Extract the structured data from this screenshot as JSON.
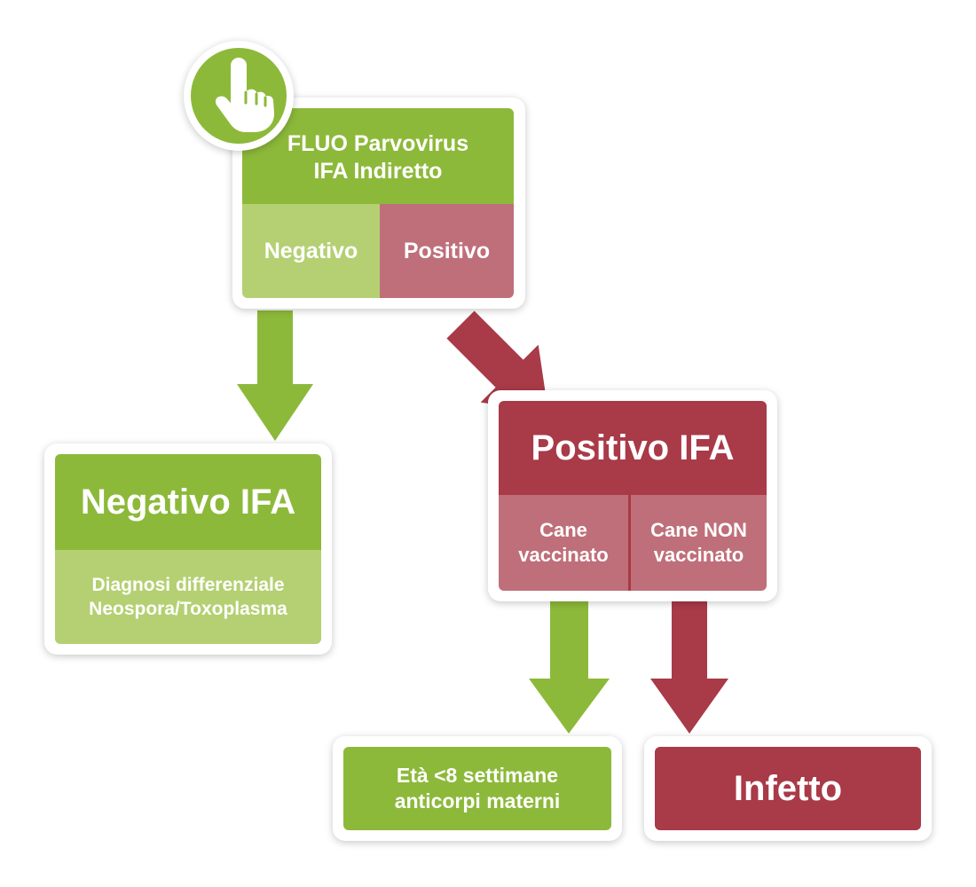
{
  "colors": {
    "green_dark": "#8db93a",
    "green_light": "#b4d072",
    "red_dark": "#a93a48",
    "red_light": "#bf6f7a"
  },
  "icon": "hand-pointer-icon",
  "top_box": {
    "title_line1": "FLUO Parvovirus",
    "title_line2": "IFA Indiretto",
    "left_label": "Negativo",
    "right_label": "Positivo"
  },
  "negative_box": {
    "title": "Negativo IFA",
    "detail_line1": "Diagnosi differenziale",
    "detail_line2": "Neospora/Toxoplasma"
  },
  "positive_box": {
    "title": "Positivo IFA",
    "left_line1": "Cane",
    "left_line2": "vaccinato",
    "right_line1": "Cane NON",
    "right_line2": "vaccinato"
  },
  "age_box": {
    "line1": "Età <8 settimane",
    "line2": "anticorpi materni"
  },
  "infected_box": {
    "label": "Infetto"
  }
}
